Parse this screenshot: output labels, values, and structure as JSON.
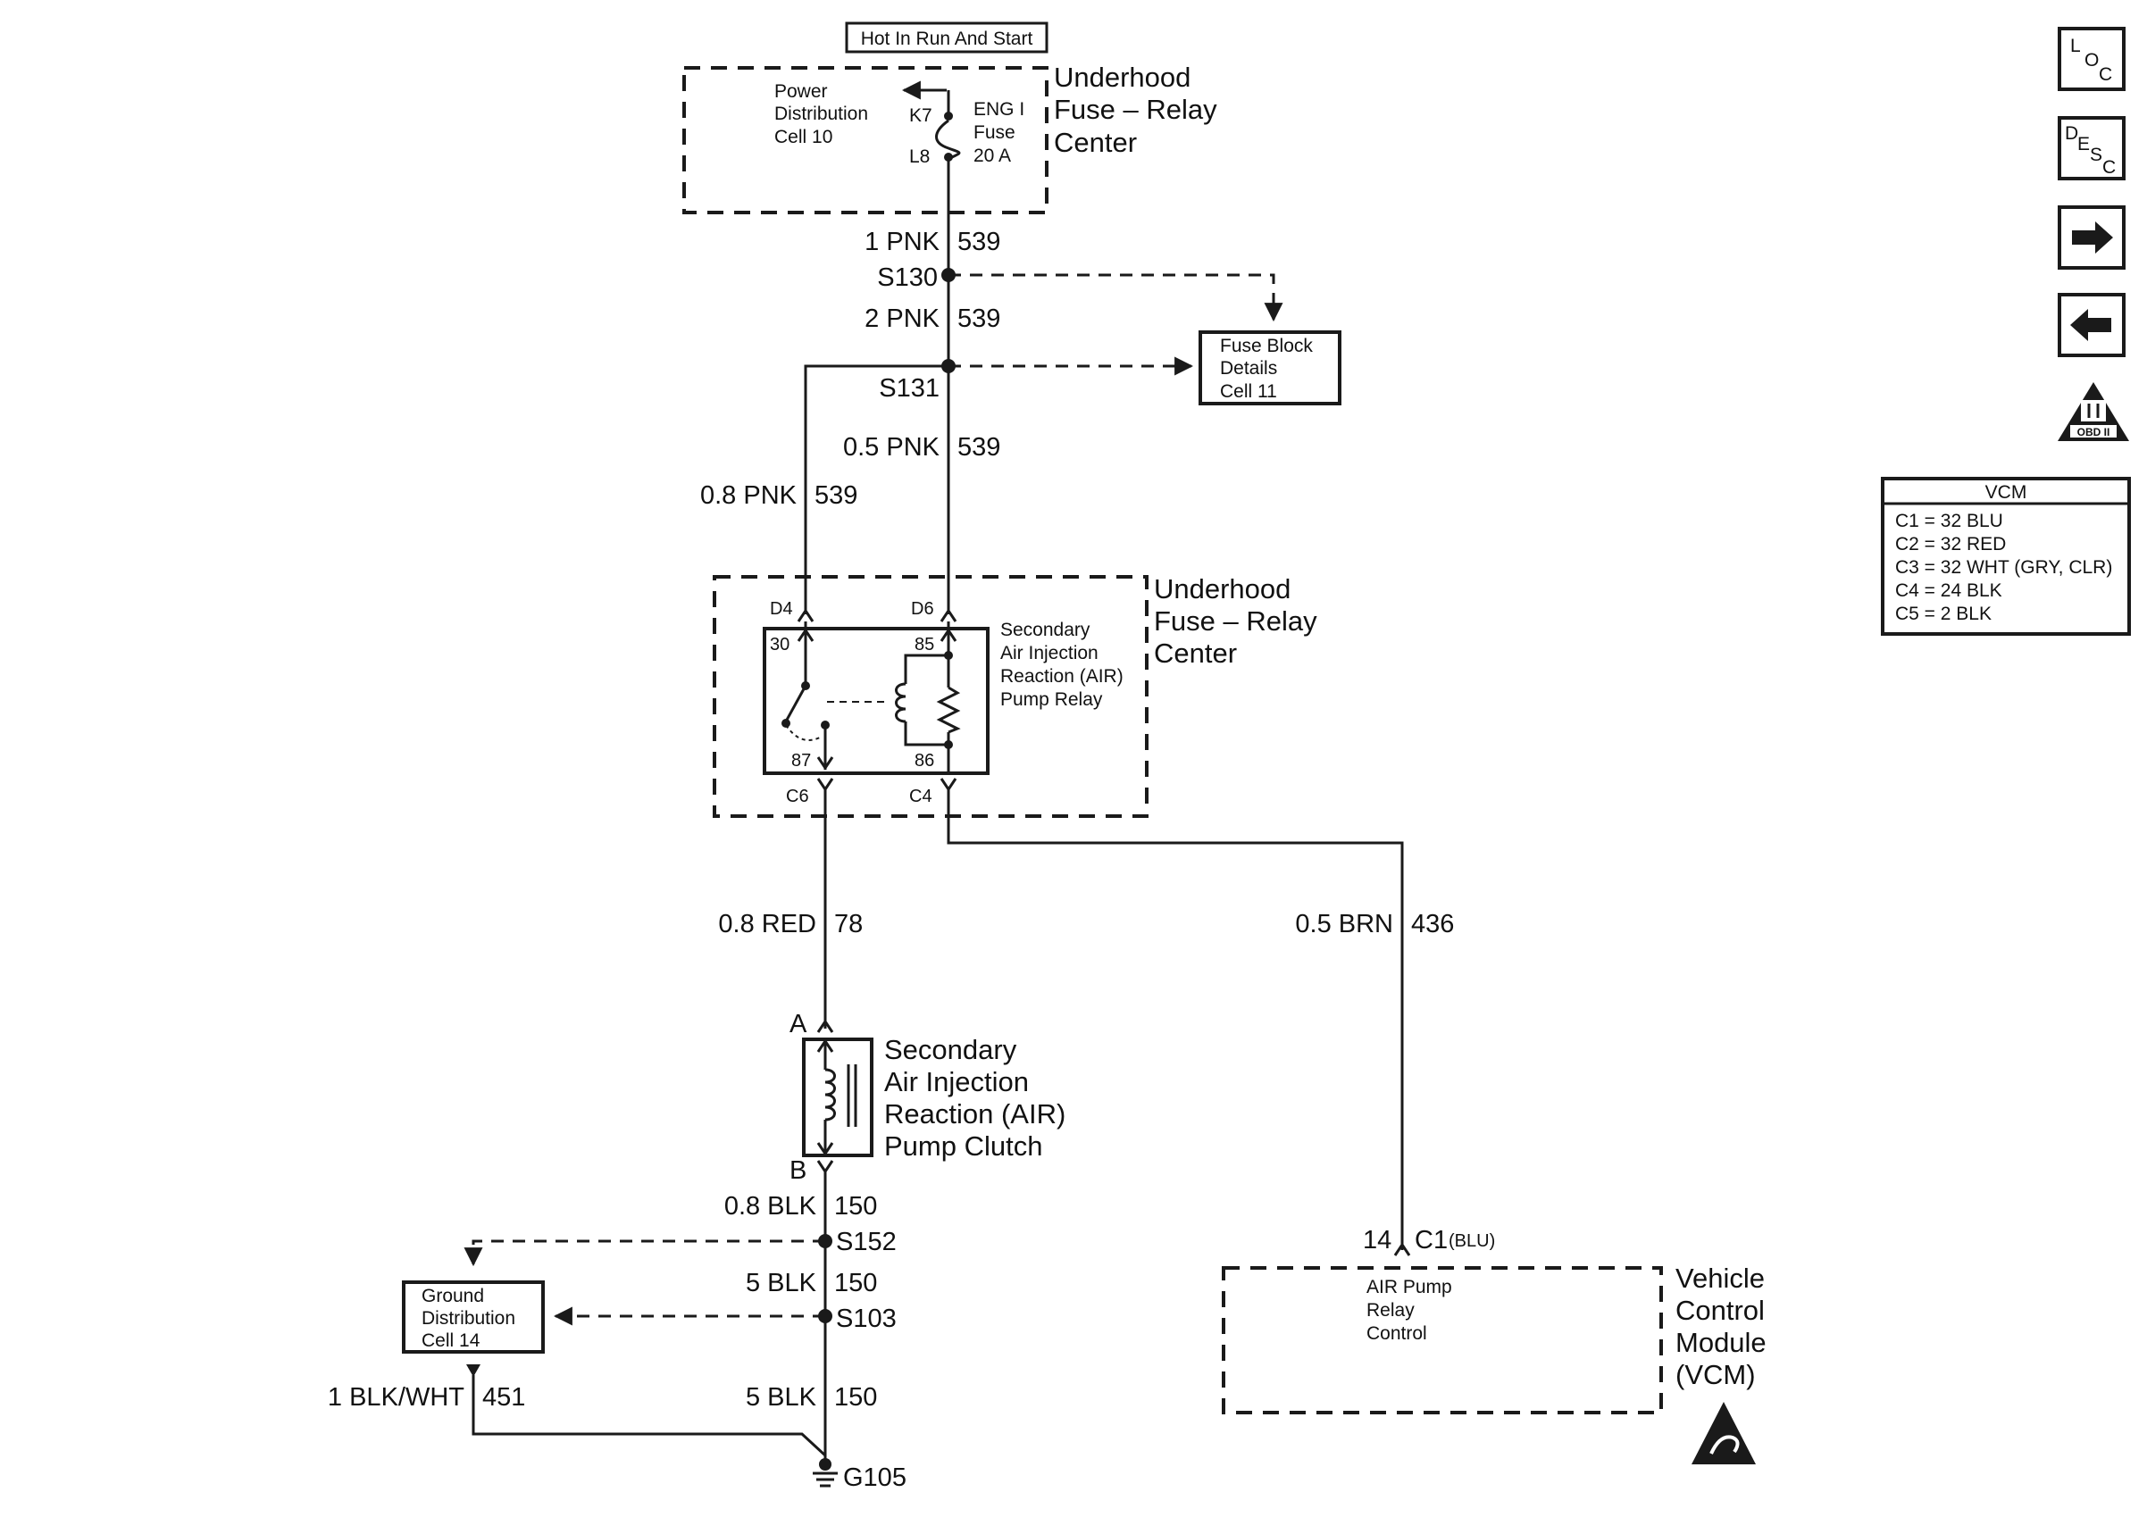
{
  "top_label": "Hot In Run And Start",
  "underhood_top": {
    "l1": "Underhood",
    "l2": "Fuse – Relay",
    "l3": "Center"
  },
  "power_dist": {
    "l1": "Power",
    "l2": "Distribution",
    "l3": "Cell 10"
  },
  "fuse": {
    "k7": "K7",
    "l8": "L8",
    "l1": "ENG I",
    "l2": "Fuse",
    "l3": "20 A"
  },
  "wires": {
    "w1": {
      "gauge": "1 PNK",
      "circuit": "539"
    },
    "w2": {
      "gauge": "2 PNK",
      "circuit": "539"
    },
    "w3": {
      "gauge": "0.5 PNK",
      "circuit": "539"
    },
    "w4": {
      "gauge": "0.8 PNK",
      "circuit": "539"
    },
    "w5": {
      "gauge": "0.8 RED",
      "circuit": "78"
    },
    "w6": {
      "gauge": "0.5 BRN",
      "circuit": "436"
    },
    "w7": {
      "gauge": "0.8 BLK",
      "circuit": "150"
    },
    "w8": {
      "gauge": "5 BLK",
      "circuit": "150"
    },
    "w9": {
      "gauge": "5 BLK",
      "circuit": "150"
    },
    "w10": {
      "gauge": "1 BLK/WHT",
      "circuit": "451"
    }
  },
  "splices": {
    "s130": "S130",
    "s131": "S131",
    "s152": "S152",
    "s103": "S103",
    "g105": "G105"
  },
  "fuse_block": {
    "l1": "Fuse Block",
    "l2": "Details",
    "l3": "Cell 11"
  },
  "underhood_mid": {
    "l1": "Underhood",
    "l2": "Fuse – Relay",
    "l3": "Center"
  },
  "relay": {
    "d4": "D4",
    "d6": "D6",
    "c6": "C6",
    "c4": "C4",
    "p30": "30",
    "p85": "85",
    "p87": "87",
    "p86": "86",
    "l1": "Secondary",
    "l2": "Air Injection",
    "l3": "Reaction (AIR)",
    "l4": "Pump Relay"
  },
  "clutch": {
    "pin_a": "A",
    "pin_b": "B",
    "l1": "Secondary",
    "l2": "Air Injection",
    "l3": "Reaction (AIR)",
    "l4": "Pump Clutch"
  },
  "ground_dist": {
    "l1": "Ground",
    "l2": "Distribution",
    "l3": "Cell 14"
  },
  "vcm": {
    "pin": "14",
    "conn": "C1",
    "conn_color": "(BLU)",
    "c1": "AIR Pump",
    "c2": "Relay",
    "c3": "Control",
    "l1": "Vehicle",
    "l2": "Control",
    "l3": "Module",
    "l4": "(VCM)"
  },
  "vcm_table": {
    "title": "VCM",
    "rows": [
      "C1 = 32 BLU",
      "C2 = 32 RED",
      "C3 = 32 WHT (GRY, CLR)",
      "C4 = 24 BLK",
      "C5 = 2 BLK"
    ]
  },
  "nav": {
    "loc": {
      "a": "L",
      "b": "O",
      "c": "C"
    },
    "desc": {
      "a": "D",
      "b": "E",
      "c": "S",
      "d": "C"
    },
    "obd": "OBD II"
  }
}
